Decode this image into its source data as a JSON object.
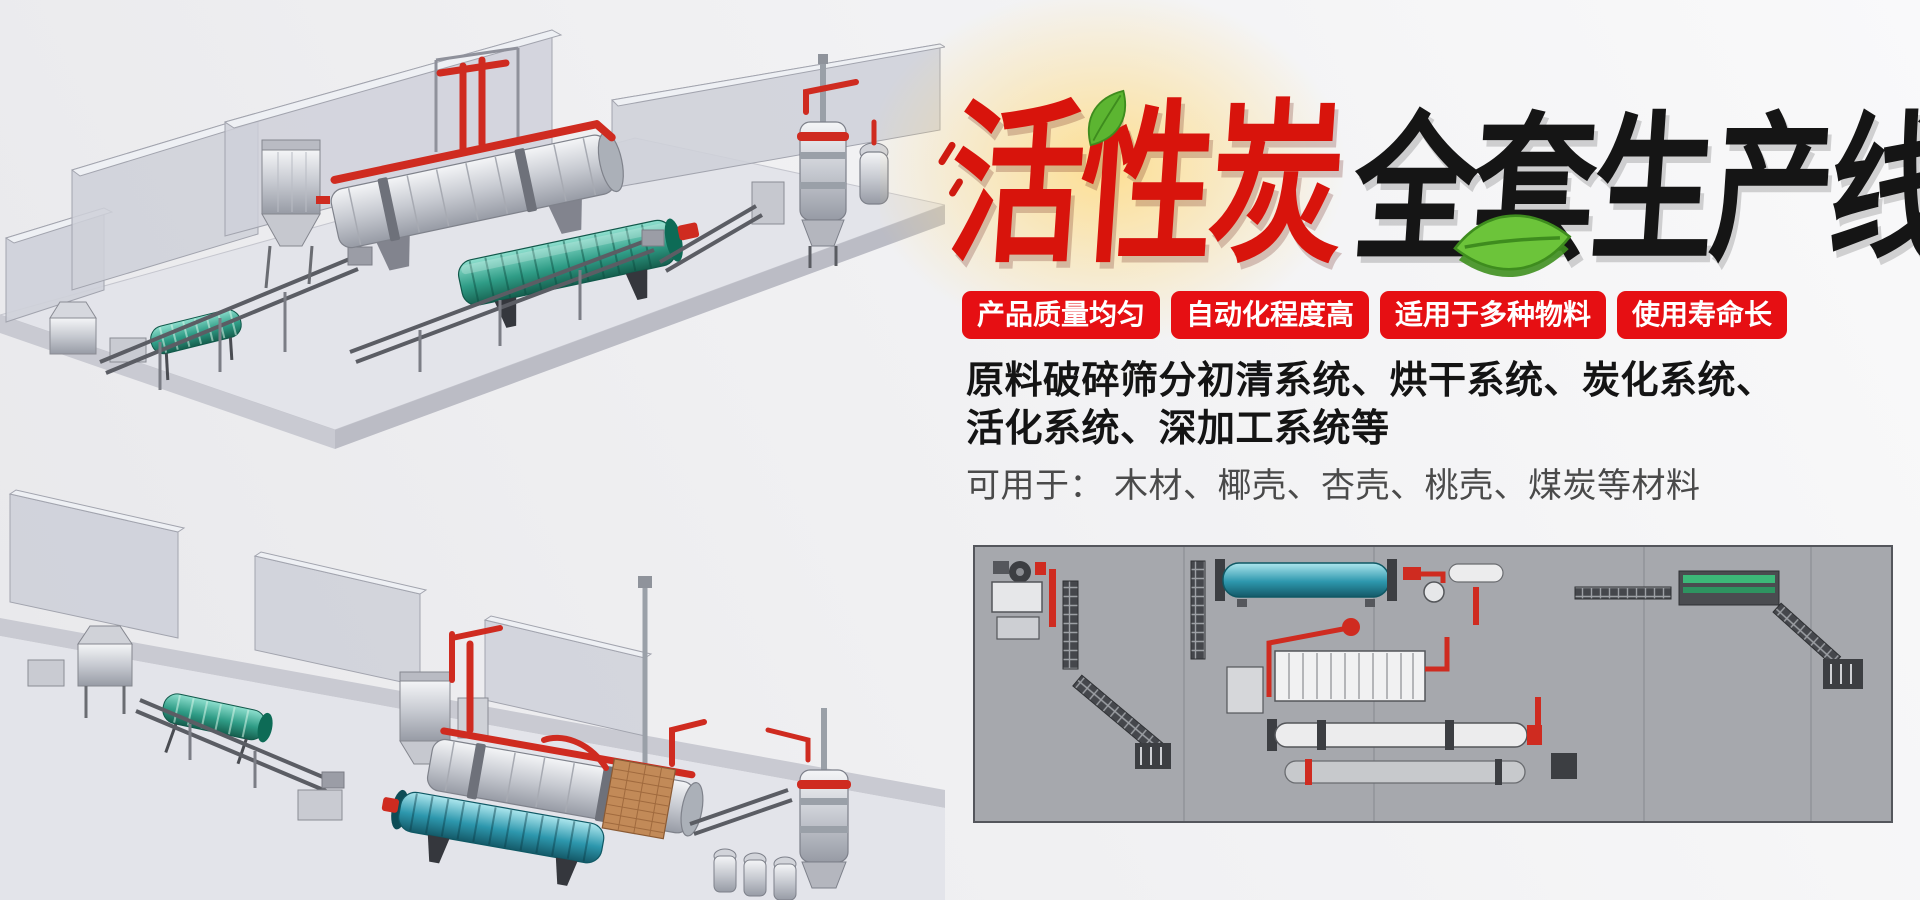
{
  "banner": {
    "title": {
      "red": "活性炭",
      "black": "全套生产线"
    },
    "badges": [
      "产品质量均匀",
      "自动化程度高",
      "适用于多种物料",
      "使用寿命长"
    ],
    "description": {
      "line1": "原料破碎筛分初清系统、烘干系统、炭化系统、",
      "line2": "活化系统、深加工系统等"
    },
    "materials_note": "可用于： 木材、椰壳、杏壳、桃壳、煤炭等材料",
    "colors": {
      "title_red": "#d8140c",
      "title_black": "#151515",
      "badge_red": "#e60f13",
      "badge_text": "#ffffff",
      "body_text_dark": "#141414",
      "body_text_gray": "#4a4a4a",
      "background_light": "#f2f2f4",
      "pipe_red": "#cf2b20",
      "drum_teal": "#2f9c86",
      "drum_cyan": "#2d97ad",
      "leaf_green": "#5cb531",
      "diagram_background": "#a6a8ad"
    }
  }
}
